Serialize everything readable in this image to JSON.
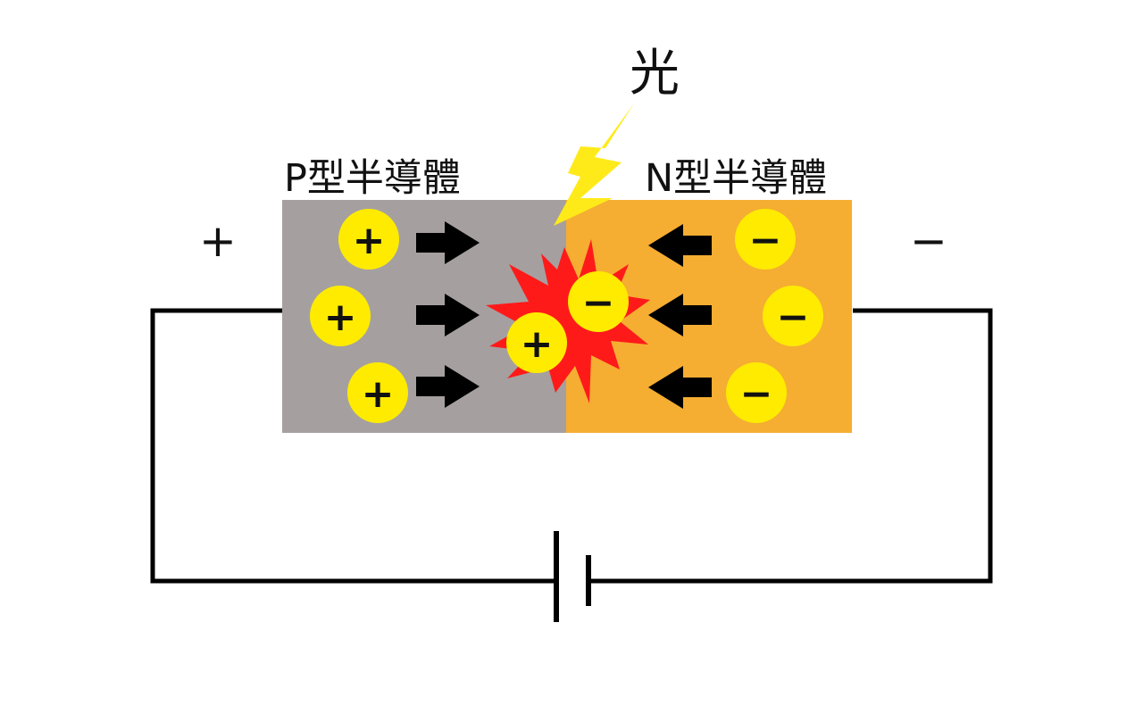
{
  "labels": {
    "light": "光",
    "p_region": "P型半導體",
    "n_region": "N型半導體",
    "positive_terminal": "+",
    "negative_terminal": "−"
  },
  "carriers": {
    "hole_sign": "+",
    "electron_sign": "−"
  },
  "colors": {
    "p_region": "#a5a09f",
    "n_region": "#f5ad32",
    "carrier_fill": "#ffeb00",
    "flash_fill": "#ff1a1a",
    "lightning_fill": "#ffea19",
    "arrow_fill": "#000000",
    "wire": "#000000"
  },
  "icons": {
    "light_flash": "burst-icon",
    "lightning": "lightning-bolt-icon",
    "hole_motion": "arrow-right-icon",
    "electron_motion": "arrow-left-icon",
    "battery": "battery-symbol-icon"
  }
}
